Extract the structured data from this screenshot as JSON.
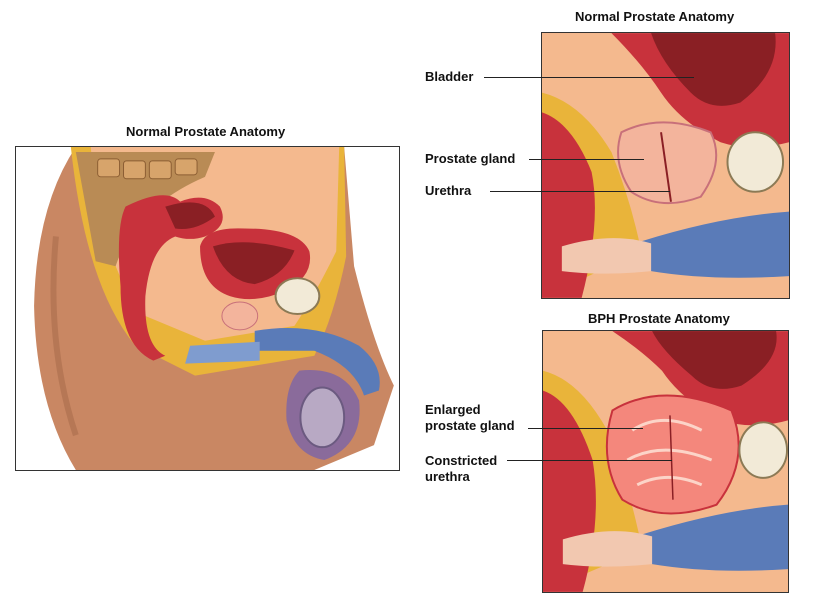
{
  "left_figure": {
    "title": "Normal Prostate Anatomy"
  },
  "top_right_figure": {
    "title": "Normal Prostate Anatomy",
    "labels": {
      "bladder": "Bladder",
      "prostate": "Prostate gland",
      "urethra": "Urethra"
    }
  },
  "bottom_right_figure": {
    "title": "BPH Prostate Anatomy",
    "labels": {
      "enlarged_line1": "Enlarged",
      "enlarged_line2": "prostate gland",
      "constricted_line1": "Constricted",
      "constricted_line2": "urethra"
    }
  },
  "colors": {
    "skin": "#c98763",
    "fat": "#e9b43a",
    "bladder_wall": "#c8323c",
    "prostate": "#f3b49c",
    "corpus": "#5a7bb8",
    "bone": "#b98b55",
    "background_tissue": "#f4b98e"
  }
}
